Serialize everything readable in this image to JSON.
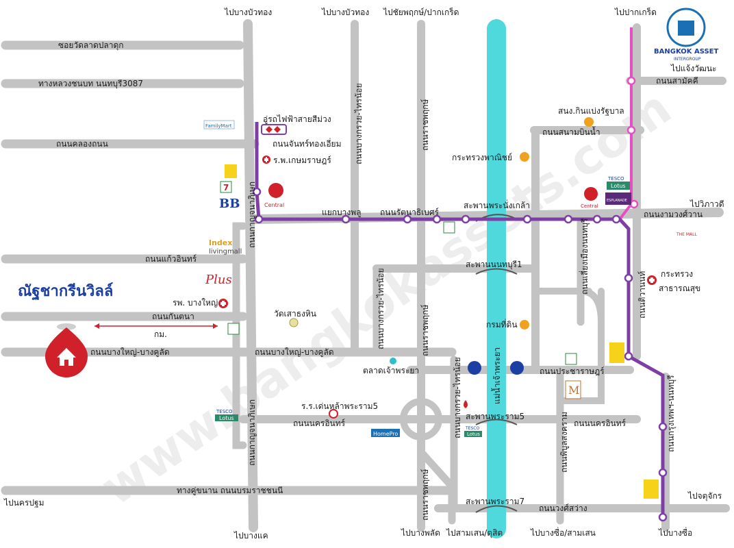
{
  "title": "ณัฐชากรีนวิลล์",
  "brand": {
    "name": "BANGKOK ASSET",
    "sub": "INTERGROUP"
  },
  "watermark": "www.bangkokassets.com",
  "river_label": "แม่น้ำเจ้าพระยา",
  "distance_label": "กม.",
  "directions": {
    "top_1": "ไปบางบัวทอง",
    "top_2": "ไปบางบัวทอง",
    "top_3": "ไปชัยพฤกษ์/ปากเกร็ด",
    "top_4": "ไปปากเกร็ด",
    "changwattana": "ไปแจ้งวัฒนะ",
    "vibhavadi": "ไปวิภาวดี",
    "chatuchak": "ไปจตุจักร",
    "nakhon_pathom": "ไปนครปฐม",
    "bot_1": "ไปบางแค",
    "bot_2": "ไปบางพลัด",
    "bot_3": "ไปสามเสน/ดุสิต",
    "bot_4": "ไปบางซื่อ/สามเสน",
    "bot_5": "ไปบางซื่อ"
  },
  "roads": {
    "soi_wat_talat": "ซอยวัดลาดปลาดุก",
    "highway_3087": "ทางหลวงชนบท นนทบุรี3087",
    "khlong_thanon": "ถนนคลองถนน",
    "chanthong": "ถนนจันทร์ทองเอี่ยม",
    "kaeo_in": "ถนนแก้วอินทร์",
    "kanchana": "ถนนกันตนา",
    "bangyai_bangkhulat_1": "ถนนบางใหญ่-บางคูลัด",
    "bangyai_bangkhulat_2": "ถนนบางใหญ่-บางคูลัด",
    "kanchanaphisek_1": "ถนนกาญจนาภิเษก",
    "kanchanaphisek_2": "ถนนกาญจนาภิเษก",
    "bangkruai_sainoi_1": "ถนนบางกรวย-ไทรน้อย",
    "bangkruai_sainoi_2": "ถนนบางกรวย-ไทรน้อย",
    "bangkruai_sainoi_3": "ถนนบางกรวย-ไทรน้อย",
    "ratchaphruek_1": "ถนนราชพฤกษ์",
    "ratchaphruek_2": "ถนนราชพฤกษ์",
    "ratchaphruek_3": "ถนนราชพฤกษ์",
    "rattanathibet": "ถนนรัตนาธิเบศร์",
    "sanam_bin_nam": "ถนนสนามบินน้ำ",
    "samakkhi": "ถนนสามัคคี",
    "ngamwongwan": "ถนนงามวงศ์วาน",
    "tiwanon": "ถนนติวานนท์",
    "prachachuen": "ถนนประชาราษฎร์",
    "pracharat": "ถนนประชาราษฎร์",
    "nakhon_in_1": "ถนนนครอินทร์",
    "nakhon_in_2": "ถนนนครอินทร์",
    "wongsawang": "ถนนวงศ์สว่าง",
    "krungthep_nonthaburi": "ถนนกรุงเทพฯ-นนทบุรี",
    "boromratchachonnani": "ทางคู่ขนาน ถนนบรมราชชนนี",
    "phibun_songkhram": "ถนนพิบูลสงคราม",
    "liang_mueang": "ถนนเลี่ยงเมืองนนทบุรี",
    "yaek_bangphlu": "แยกบางพลู"
  },
  "bridges": {
    "phra_nang_klao": "สะพานพระนั่งเกล้า",
    "nonthaburi": "สะพานนนทบุรี1",
    "rama5": "สะพานพระราม5",
    "rama7": "สะพานพระราม7"
  },
  "places": {
    "depot": "อู่รถไฟฟ้าสายสีม่วง",
    "kasemrad": "ร.พ.เกษมราษฎร์",
    "commerce": "กระทรวงพาณิชย์",
    "ogc": "สนง.กินแบ่งรัฐบาล",
    "land_dept": "กรมที่ดิน",
    "health_1": "กระทรวง",
    "health_2": "สาธารณสุข",
    "wat_sao_thong_hin": "วัดเสาธงหิน",
    "bangyai_hospital": "รพ. บางใหญ่",
    "market": "ตลาดเจ้าพระยา",
    "school": "ร.ร.เด่นหล้าพระราม5"
  },
  "logos": {
    "familymart": "FamilyMart",
    "central_1": "Central",
    "central_2": "Central",
    "bb": "BB",
    "index": "Index",
    "index_sub": "livingmall",
    "plus": "Plus",
    "tesco_1": "TESCO",
    "lotus_1": "Lotus",
    "tesco_2": "TESCO",
    "lotus_2": "Lotus",
    "tesco_3": "TESCO",
    "lotus_3": "Lotus",
    "esplanade": "ESPLANADE",
    "the_mall": "THE MALL",
    "homepro": "HomePro",
    "seven": "7"
  },
  "colors": {
    "road": "#c3c3c3",
    "river": "#4fd9dd",
    "purple_line": "#7d3fa6",
    "pink_line": "#e84ec3",
    "pin": "#d0202a",
    "title": "#1b3fa3",
    "poi": "#f0a21f"
  }
}
